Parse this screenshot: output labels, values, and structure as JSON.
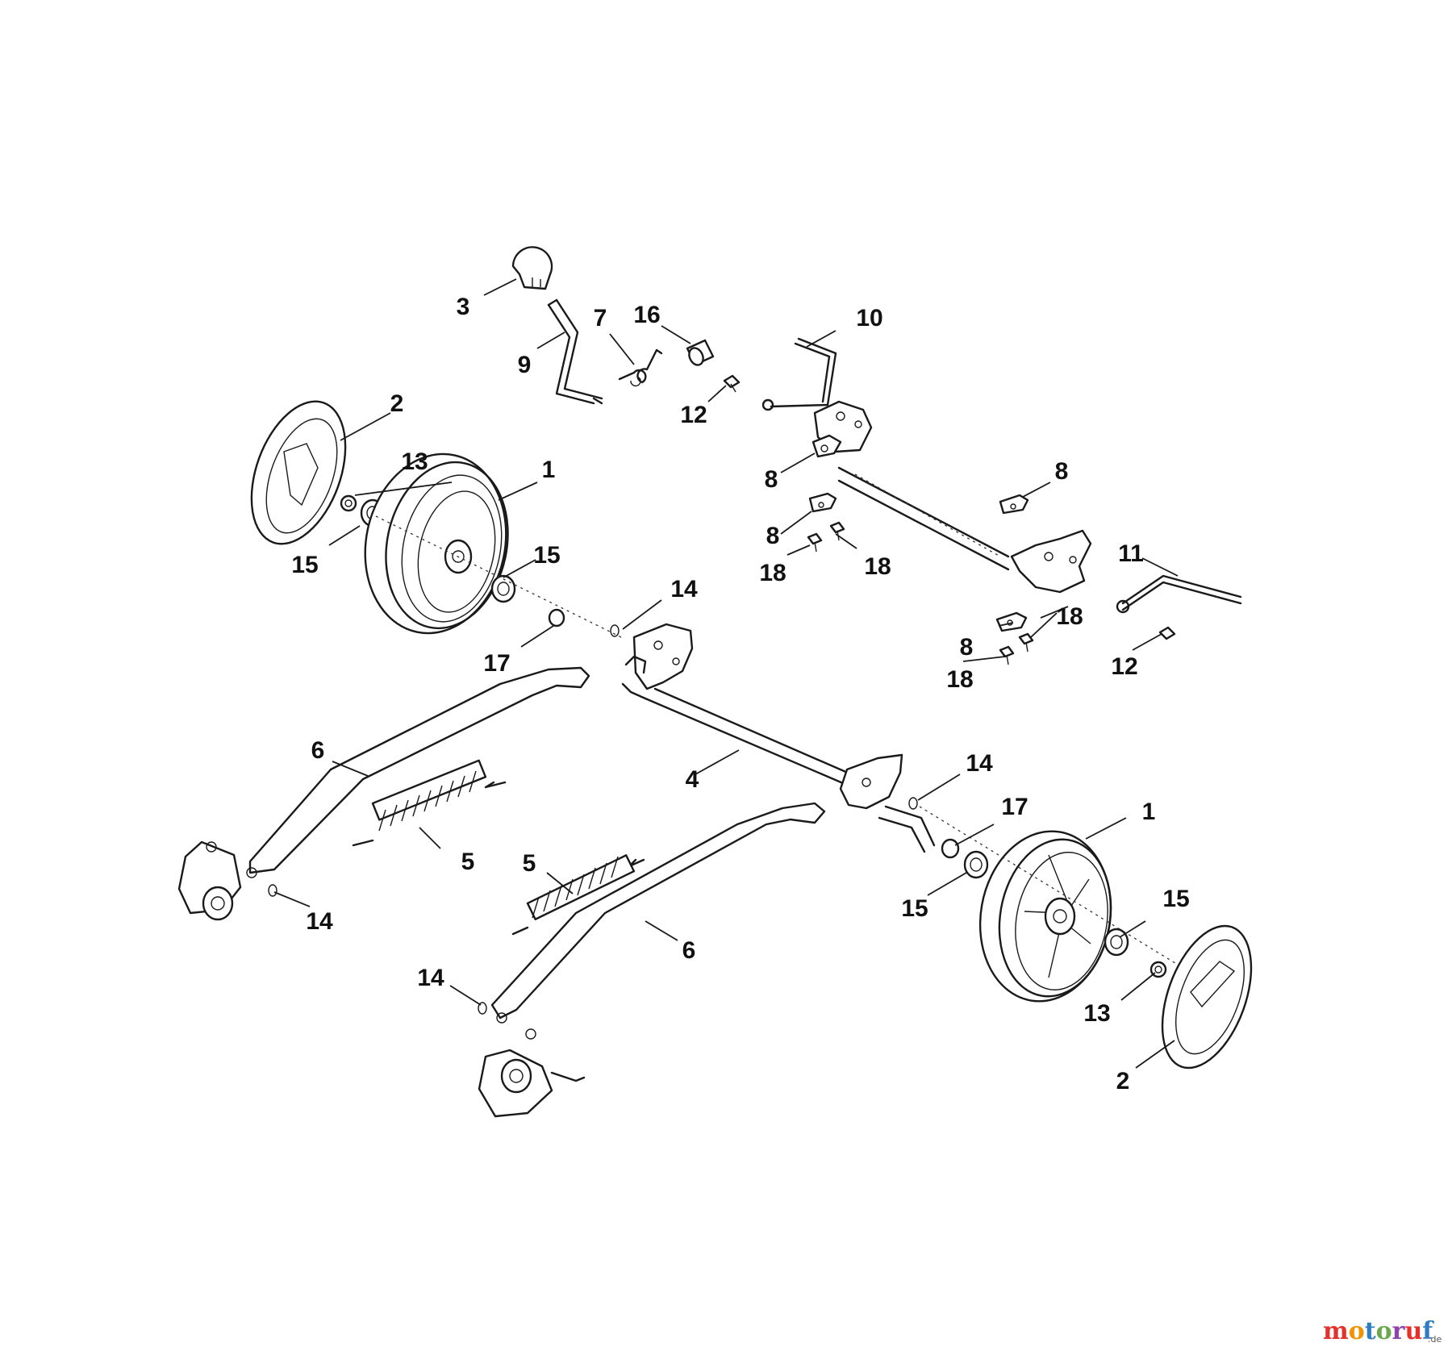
{
  "callouts": {
    "c3": "3",
    "c9": "9",
    "c7": "7",
    "c16": "16",
    "c10": "10",
    "c12a": "12",
    "c2a": "2",
    "c13a": "13",
    "c1a": "1",
    "c8a": "8",
    "c8b": "8",
    "c8c": "8",
    "c8d": "8",
    "c15a": "15",
    "c15b": "15",
    "c18a": "18",
    "c18b": "18",
    "c18c": "18",
    "c18d": "18",
    "c11": "11",
    "c14a": "14",
    "c17a": "17",
    "c12b": "12",
    "c6a": "6",
    "c4": "4",
    "c14b": "14",
    "c17b": "17",
    "c1b": "1",
    "c5a": "5",
    "c5b": "5",
    "c14c": "14",
    "c15c": "15",
    "c15d": "15",
    "c6b": "6",
    "c14d": "14",
    "c13b": "13",
    "c2b": "2"
  },
  "watermark": {
    "letters": [
      "m",
      "o",
      "t",
      "o",
      "r",
      "u",
      "f"
    ],
    "suffix": ".de",
    "colors": [
      "#e4322b",
      "#f39200",
      "#2f7dc1",
      "#6aa84f",
      "#8e44ad",
      "#e4322b",
      "#2f7dc1"
    ]
  }
}
